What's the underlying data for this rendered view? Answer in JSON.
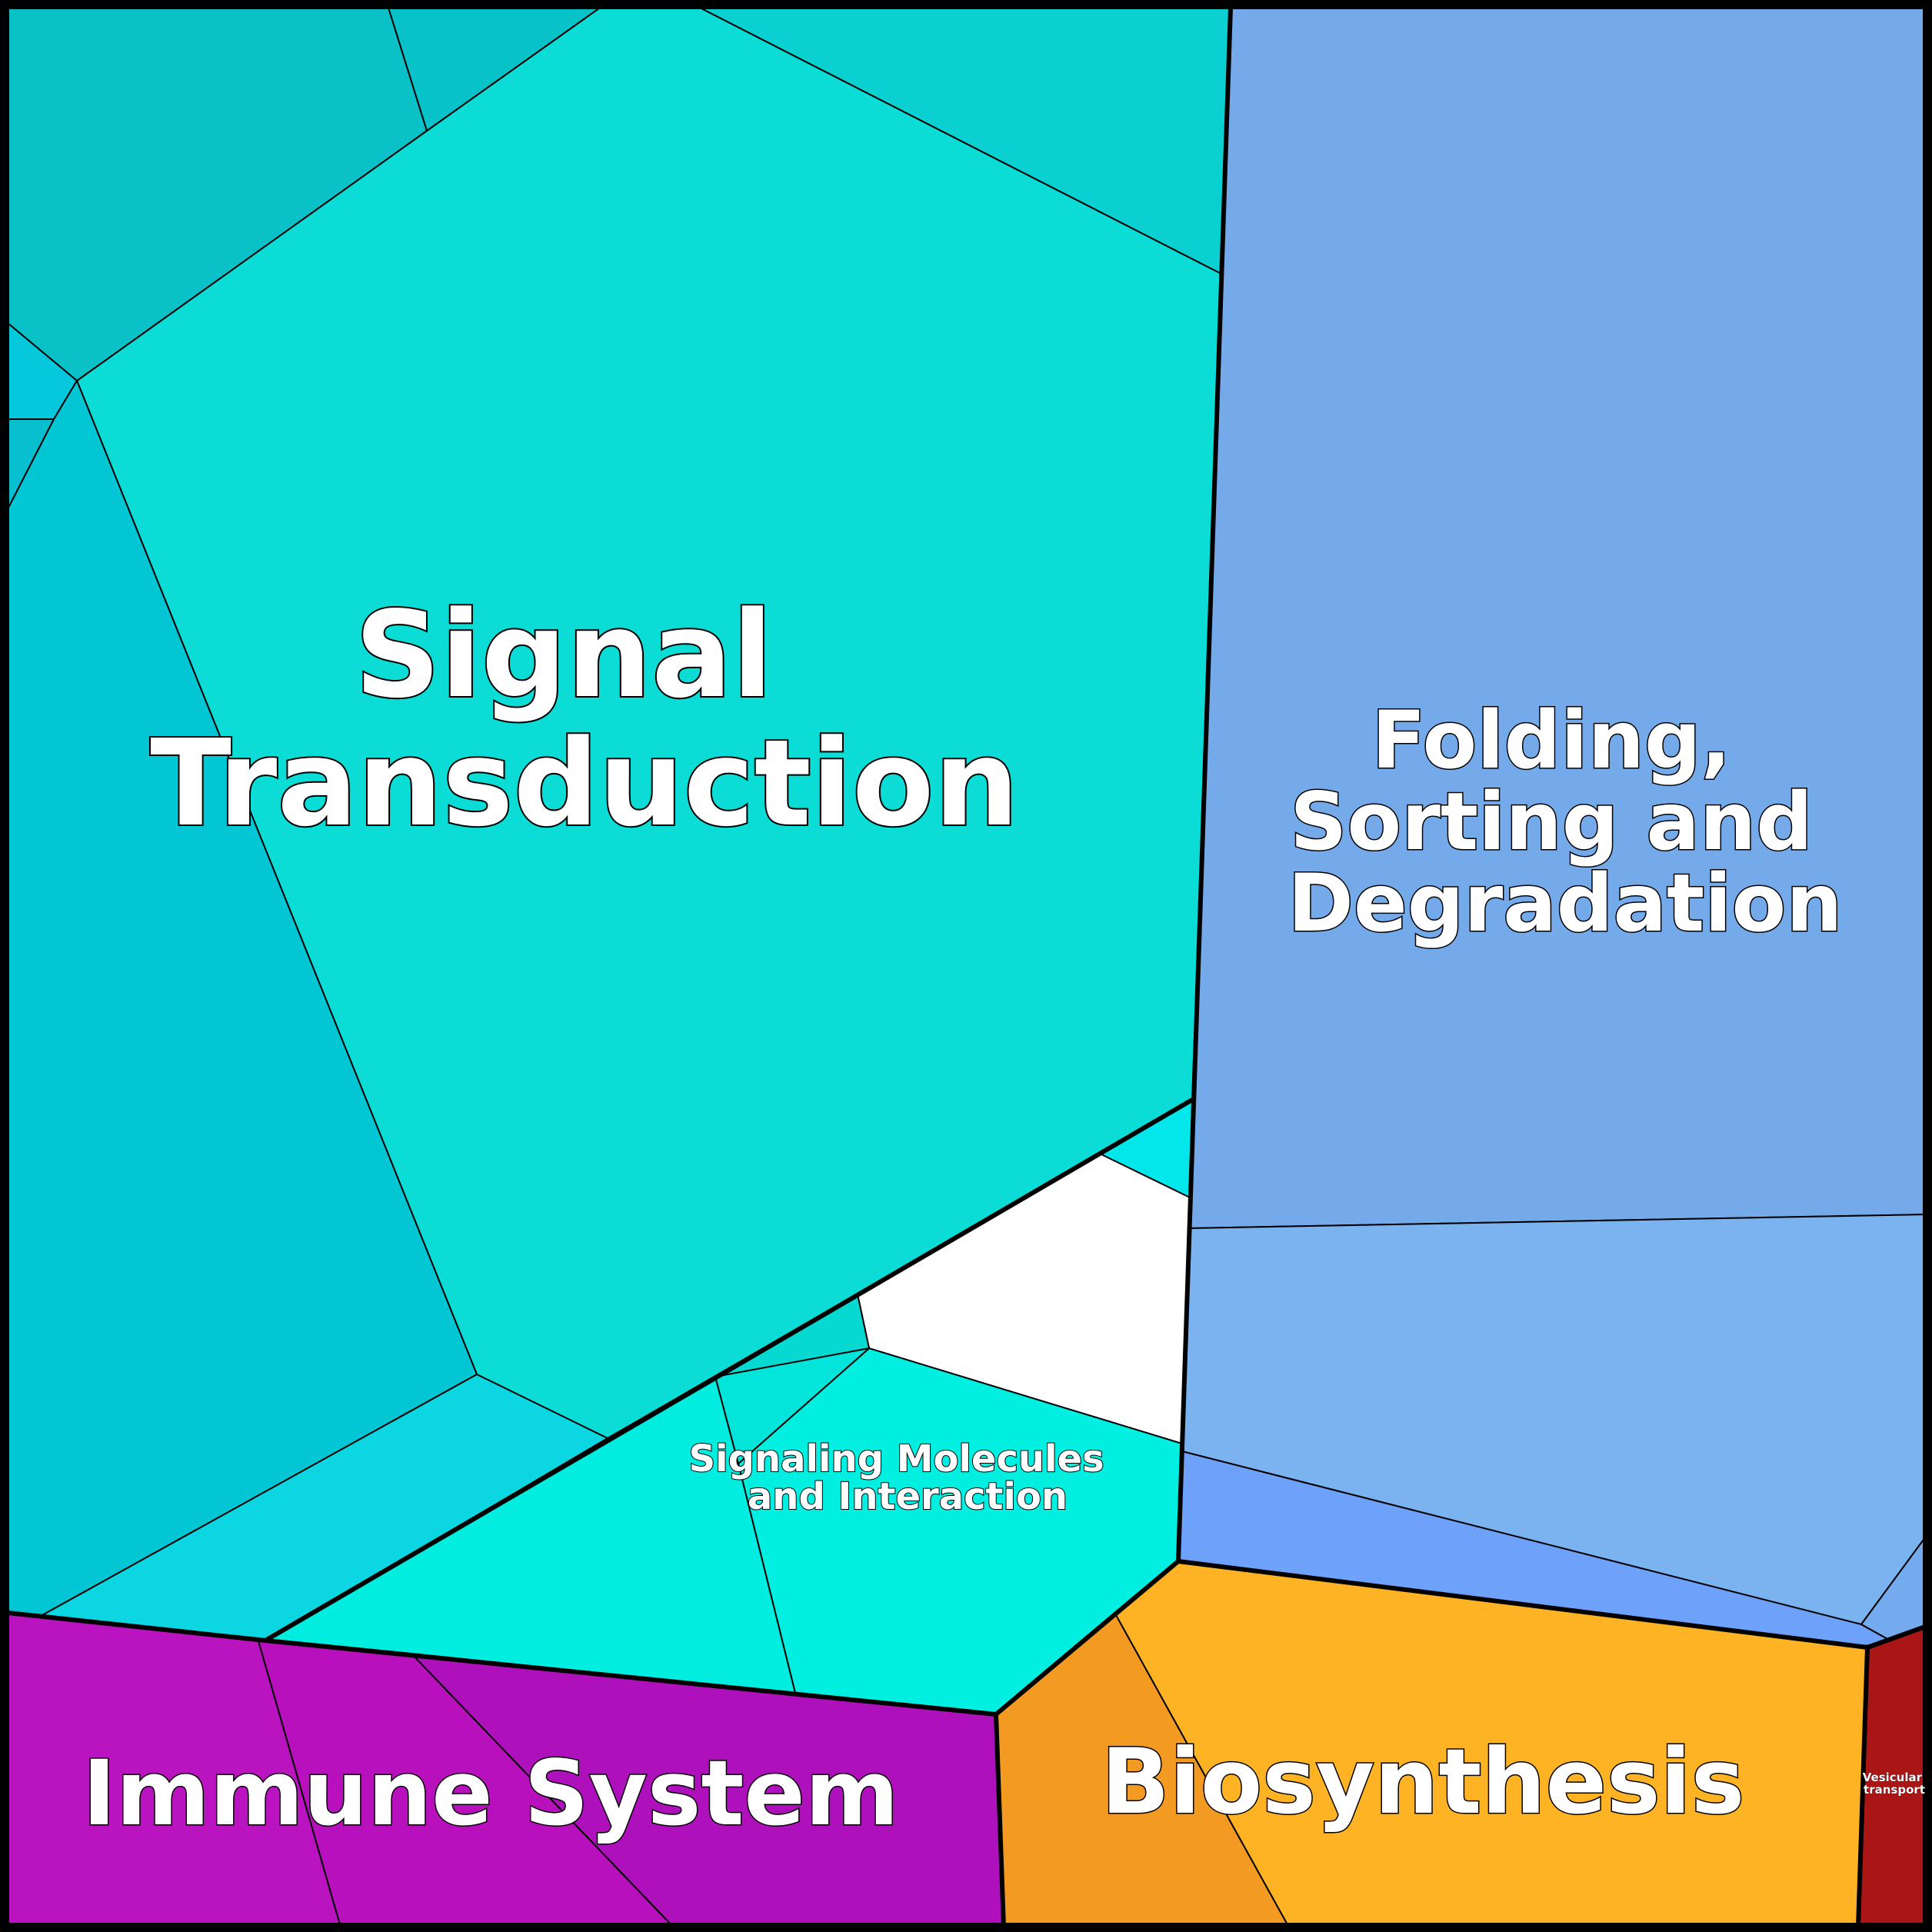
{
  "title": "",
  "categories": [
    {
      "id": "signal",
      "label_lines": [
        "Signal",
        "Transduction"
      ],
      "color": "#0bdcd6",
      "subregions": [
        {
          "color": "#0bdcd6"
        },
        {
          "color": "#0ac1c8"
        },
        {
          "color": "#07c3c9"
        },
        {
          "color": "#0bd0d2"
        },
        {
          "color": "#05c8dc"
        },
        {
          "color": "#08bfcf"
        },
        {
          "color": "#02c6d3"
        },
        {
          "color": "#0bd6e2"
        }
      ]
    },
    {
      "id": "signaling",
      "label_lines": [
        "Signaling Molecules",
        "and Interaction"
      ],
      "color": "#01ede0",
      "subregions": [
        {
          "color": "#01ede0"
        },
        {
          "color": "#01efe1"
        },
        {
          "color": "#03e4da"
        },
        {
          "color": "#06d8d2"
        },
        {
          "color": "#03e6ea"
        }
      ]
    },
    {
      "id": "folding",
      "label_lines": [
        "Folding,",
        "Sorting and",
        "Degradation"
      ],
      "color": "#74aaea",
      "subregions": [
        {
          "color": "#74aaea"
        },
        {
          "color": "#7ab3f0"
        },
        {
          "color": "#6ea2fa"
        },
        {
          "color": "#73abee"
        }
      ]
    },
    {
      "id": "immune",
      "label_lines": [
        "Immune System"
      ],
      "color": "#b514c0",
      "subregions": [
        {
          "color": "#ba14c0"
        },
        {
          "color": "#b910be"
        },
        {
          "color": "#ae10bc"
        }
      ]
    },
    {
      "id": "biosynthesis",
      "label_lines": [
        "Biosynthesis"
      ],
      "color": "#fdb323",
      "subregions": [
        {
          "color": "#f39a22"
        },
        {
          "color": "#fdb323"
        }
      ]
    },
    {
      "id": "vesicular",
      "label_lines": [
        "Vesicular",
        "transport"
      ],
      "color": "#a91615",
      "subregions": [
        {
          "color": "#a91615"
        }
      ]
    }
  ]
}
